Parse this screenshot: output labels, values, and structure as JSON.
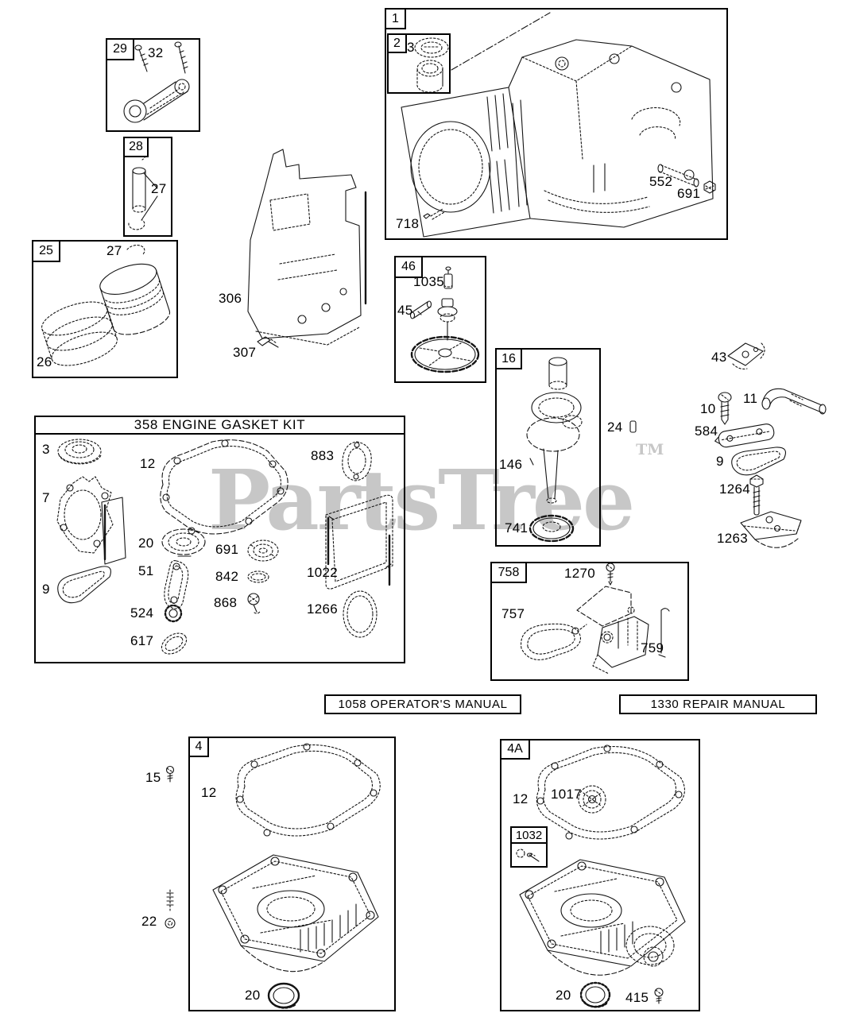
{
  "watermark": {
    "text": "PartsTree",
    "tm": "TM",
    "color": "#c7c7c7"
  },
  "groups": {
    "connecting_rod": {
      "tag": "29",
      "screw": "32"
    },
    "piston_pin": {
      "tag": "28",
      "clip": "27"
    },
    "piston": {
      "tag": "25",
      "clip": "27",
      "rings": "26"
    },
    "cylinder": {
      "tag": "1",
      "inset_tag": "2",
      "oil_seal": "3",
      "screw": "718",
      "dowel": "552",
      "nut": "691"
    },
    "blower_housing": {
      "part": "306",
      "screw": "307"
    },
    "camshaft": {
      "tag": "46",
      "tappet": "1035",
      "pin": "45"
    },
    "crankshaft": {
      "tag": "16",
      "shaft": "146",
      "gear": "741",
      "key": "24"
    },
    "breather": {
      "assembly": "43",
      "screw": "10",
      "tube": "11",
      "cover": "584",
      "gasket": "9",
      "bolt": "1264",
      "guard": "1263"
    },
    "gasket_kit": {
      "title": "358 ENGINE GASKET KIT",
      "oil_seal_a": "3",
      "head_gasket": "7",
      "sump_gasket": "9",
      "crankcase_gasket": "12",
      "oil_seal_b": "20",
      "intake_gasket": "51",
      "oring_a": "524",
      "oring_b": "617",
      "seal": "691",
      "oring_c": "842",
      "valve_seal": "868",
      "exhaust_gasket": "883",
      "rocker_gasket": "1022",
      "oring_d": "1266"
    },
    "cylinder_shield": {
      "tag": "758",
      "screw": "1270",
      "gasket": "757",
      "rod": "759"
    },
    "manuals": {
      "operators": "1058 OPERATOR'S MANUAL",
      "repair": "1330 REPAIR MANUAL"
    },
    "sump": {
      "tag": "4",
      "screw_a": "15",
      "gasket": "12",
      "screw_b": "22",
      "oil_seal": "20"
    },
    "sump_alt": {
      "tag": "4A",
      "gasket": "12",
      "screen": "1017",
      "kit_tag": "1032",
      "oil_seal": "20",
      "screw": "415"
    }
  }
}
